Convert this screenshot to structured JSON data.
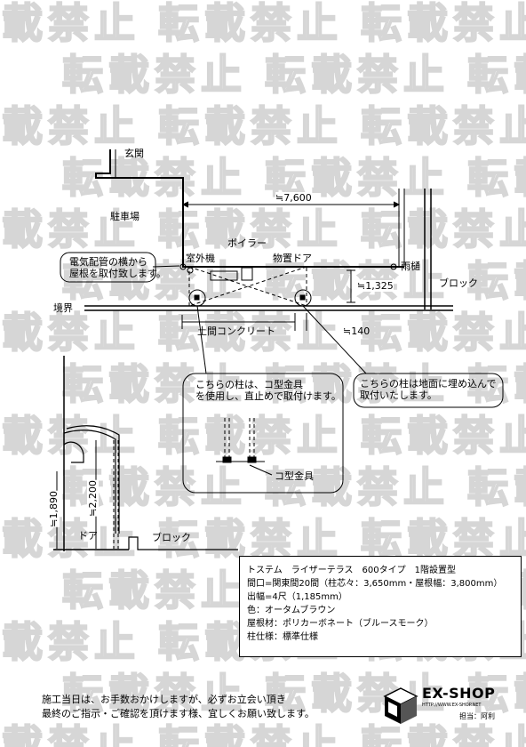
{
  "watermark": "転載禁止",
  "labels": {
    "entrance": "玄関",
    "dim_width": "≒7,600",
    "parking": "駐車場",
    "boiler": "ボイラー",
    "outdoor_unit": "室外機",
    "storage_door": "物置ドア",
    "callout_left": "電気配管の横から\n屋根を取付致します。",
    "gutter": "雨樋",
    "dim_depth": "≒1,325",
    "block_plan": "ブロック",
    "boundary": "境界",
    "concrete": "土間コンクリート",
    "dim_140": "≒140",
    "detail_left": "こちらの柱は、コ型金具\nを使用し、直止めで取付けます。",
    "detail_right": "こちらの柱は地面に埋め込んで\n取付いたします。",
    "bracket": "コ型金具",
    "dim_1890": "≒1,890",
    "dim_2200": "≒2,200",
    "door_elev": "ドア",
    "block_elev": "ブロック"
  },
  "spec": [
    "トステム　ライザーテラス　600タイプ　1階設置型",
    "間口=関東間20間（柱芯々：3,650mm・屋根幅：3,800mm）",
    "出幅=4尺（1,185mm）",
    "色：オータムブラウン",
    "屋根材：ポリカーボネート（ブルースモーク）",
    "柱仕様：標準仕様"
  ],
  "note": [
    "施工当日は、お手数おかけしますが、必ずお立会い頂き",
    "最終のご指示・ご確認を頂けます様、宜しくお願い致します。"
  ],
  "logo": {
    "brand": "EX-SHOP",
    "url": "HTTP://WWW.EX-SHOP.NET",
    "staff": "担当：阿利"
  }
}
